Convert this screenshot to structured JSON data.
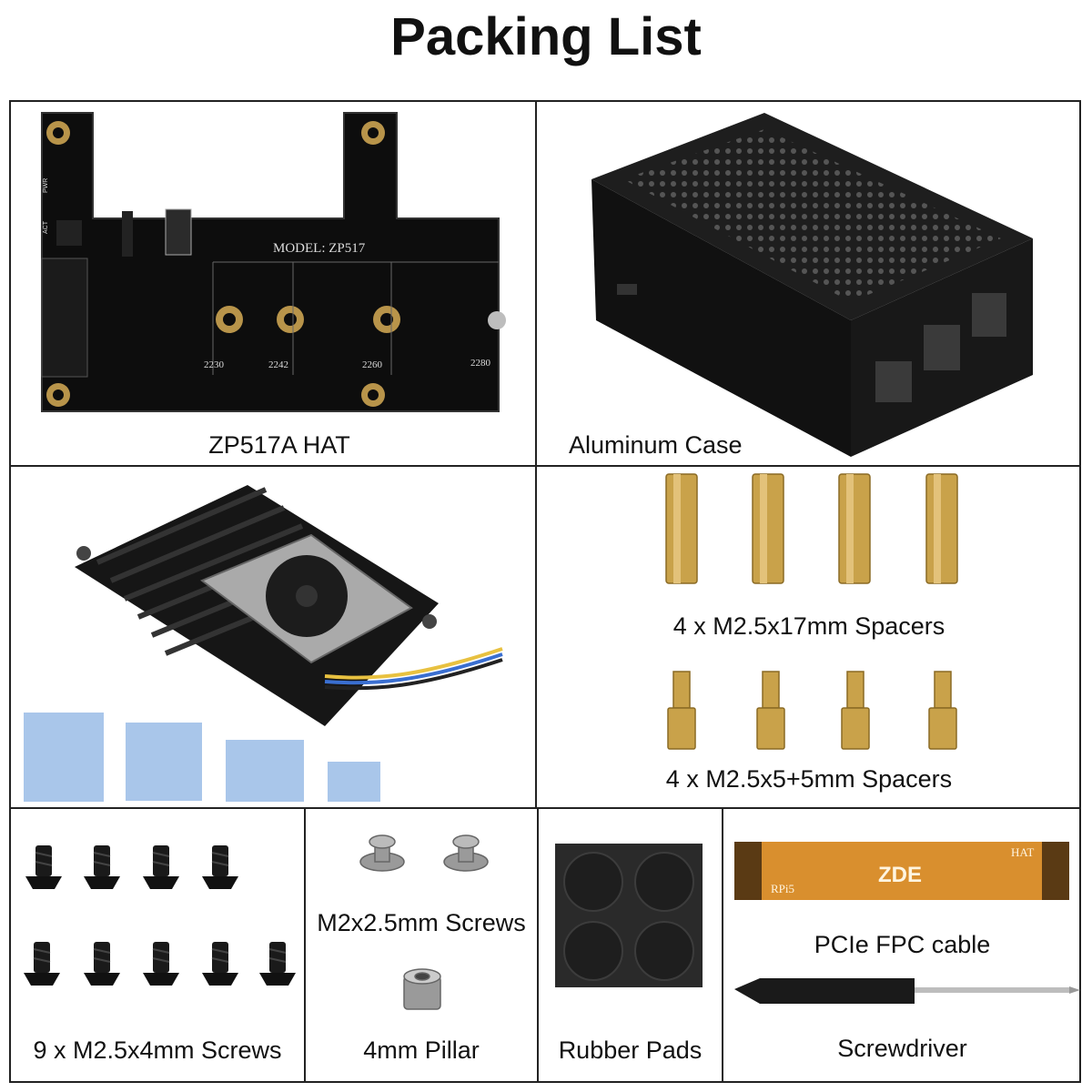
{
  "title": "Packing List",
  "items": {
    "hat": {
      "label": "ZP517A HAT",
      "model_text": "MODEL: ZP517",
      "slot_sizes": [
        "2230",
        "2242",
        "2260",
        "2280"
      ],
      "side_text": [
        "PWR",
        "ACT"
      ]
    },
    "case": {
      "label": "Aluminum Case"
    },
    "spacers_long": {
      "label": "4 x M2.5x17mm Spacers"
    },
    "spacers_short": {
      "label": "4 x M2.5x5+5mm Spacers"
    },
    "screws_m25": {
      "label": "9 x M2.5x4mm Screws"
    },
    "screws_m2": {
      "label": "M2x2.5mm Screws"
    },
    "pillar": {
      "label": "4mm Pillar"
    },
    "rubber_pads": {
      "label": "Rubber Pads"
    },
    "fpc_cable": {
      "label": "PCIe FPC cable",
      "print_center": "ZDE",
      "print_left": "RPi5",
      "print_right": "HAT"
    },
    "screwdriver": {
      "label": "Screwdriver"
    }
  },
  "colors": {
    "pcb": "#0d0d0d",
    "gold": "#b8944a",
    "brass": "#c9a24a",
    "pad": "#a9c6ea",
    "fpc": "#d98f2e",
    "rubber": "#2a2a2a"
  }
}
